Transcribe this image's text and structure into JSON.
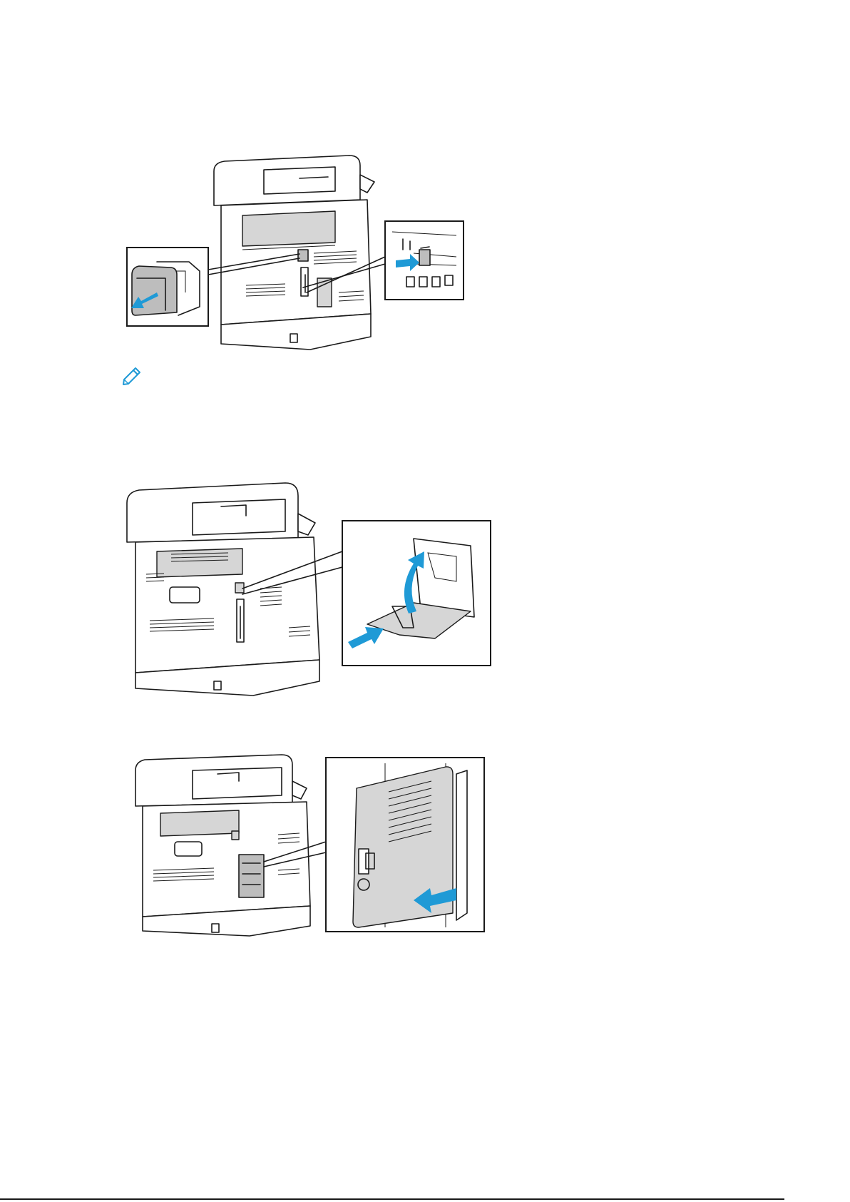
{
  "document": {
    "figures": [
      {
        "id": "remove-cover-and-plug",
        "has_note_icon": true
      },
      {
        "id": "open-port-cover"
      },
      {
        "id": "slide-side-cover"
      }
    ],
    "note_icon": "pencil-icon",
    "colors": {
      "arrow": "#1f9ad6",
      "line": "#1a1a1a",
      "shade": "#bdbdbd"
    }
  }
}
